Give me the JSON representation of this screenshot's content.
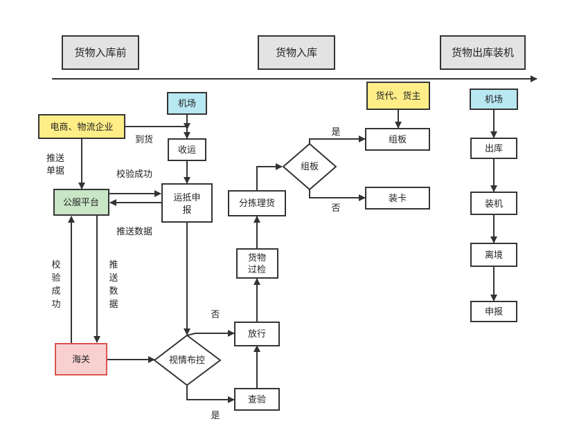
{
  "stages": [
    {
      "id": "pre",
      "label": "货物入库前"
    },
    {
      "id": "in",
      "label": "货物入库"
    },
    {
      "id": "out",
      "label": "货物出库装机"
    }
  ],
  "nodes": {
    "ecommerce": {
      "label": "电商、物流企业",
      "fill": "#ffee88"
    },
    "airport_left": {
      "label": "机场",
      "fill": "#b8e8f2"
    },
    "receive": {
      "label": "收运",
      "fill": "#ffffff"
    },
    "declare": {
      "lines": [
        "运抵申",
        "报"
      ],
      "fill": "#ffffff"
    },
    "platform": {
      "label": "公服平台",
      "fill": "#c9e6c6"
    },
    "customs": {
      "label": "海关",
      "fill": "#f8d0d0"
    },
    "inspect_ctrl": {
      "label": "视情布控",
      "fill": "#ffffff"
    },
    "release": {
      "label": "放行",
      "fill": "#ffffff"
    },
    "check": {
      "label": "查验",
      "fill": "#ffffff"
    },
    "xray": {
      "lines": [
        "货物",
        "过检"
      ],
      "fill": "#ffffff"
    },
    "sort": {
      "label": "分拣理货",
      "fill": "#ffffff"
    },
    "group_decision": {
      "label": "组板",
      "fill": "#ffffff"
    },
    "forwarder": {
      "label": "货代、货主",
      "fill": "#ffee88"
    },
    "group_box": {
      "label": "组板",
      "fill": "#ffffff"
    },
    "card": {
      "label": "装卡",
      "fill": "#ffffff"
    },
    "airport_right": {
      "label": "机场",
      "fill": "#b8e8f2"
    },
    "outbound": {
      "label": "出库",
      "fill": "#ffffff"
    },
    "load": {
      "label": "装机",
      "fill": "#ffffff"
    },
    "departure": {
      "label": "离境",
      "fill": "#ffffff"
    },
    "report": {
      "label": "申报",
      "fill": "#ffffff"
    }
  },
  "edge_labels": {
    "arrive": "到货",
    "push_doc": [
      "推送",
      "单据"
    ],
    "verify_ok_h": "校验成功",
    "push_data_h": "推送数据",
    "verify_ok_v": [
      "校",
      "验",
      "成",
      "功"
    ],
    "push_data_v": [
      "推",
      "送",
      "数",
      "据"
    ],
    "no_release": "否",
    "yes_check": "是",
    "yes_group": "是",
    "no_card": "否"
  },
  "colors": {
    "stage_fill": "#e3e3e3",
    "stroke": "#333333",
    "timeline": "#333333"
  }
}
